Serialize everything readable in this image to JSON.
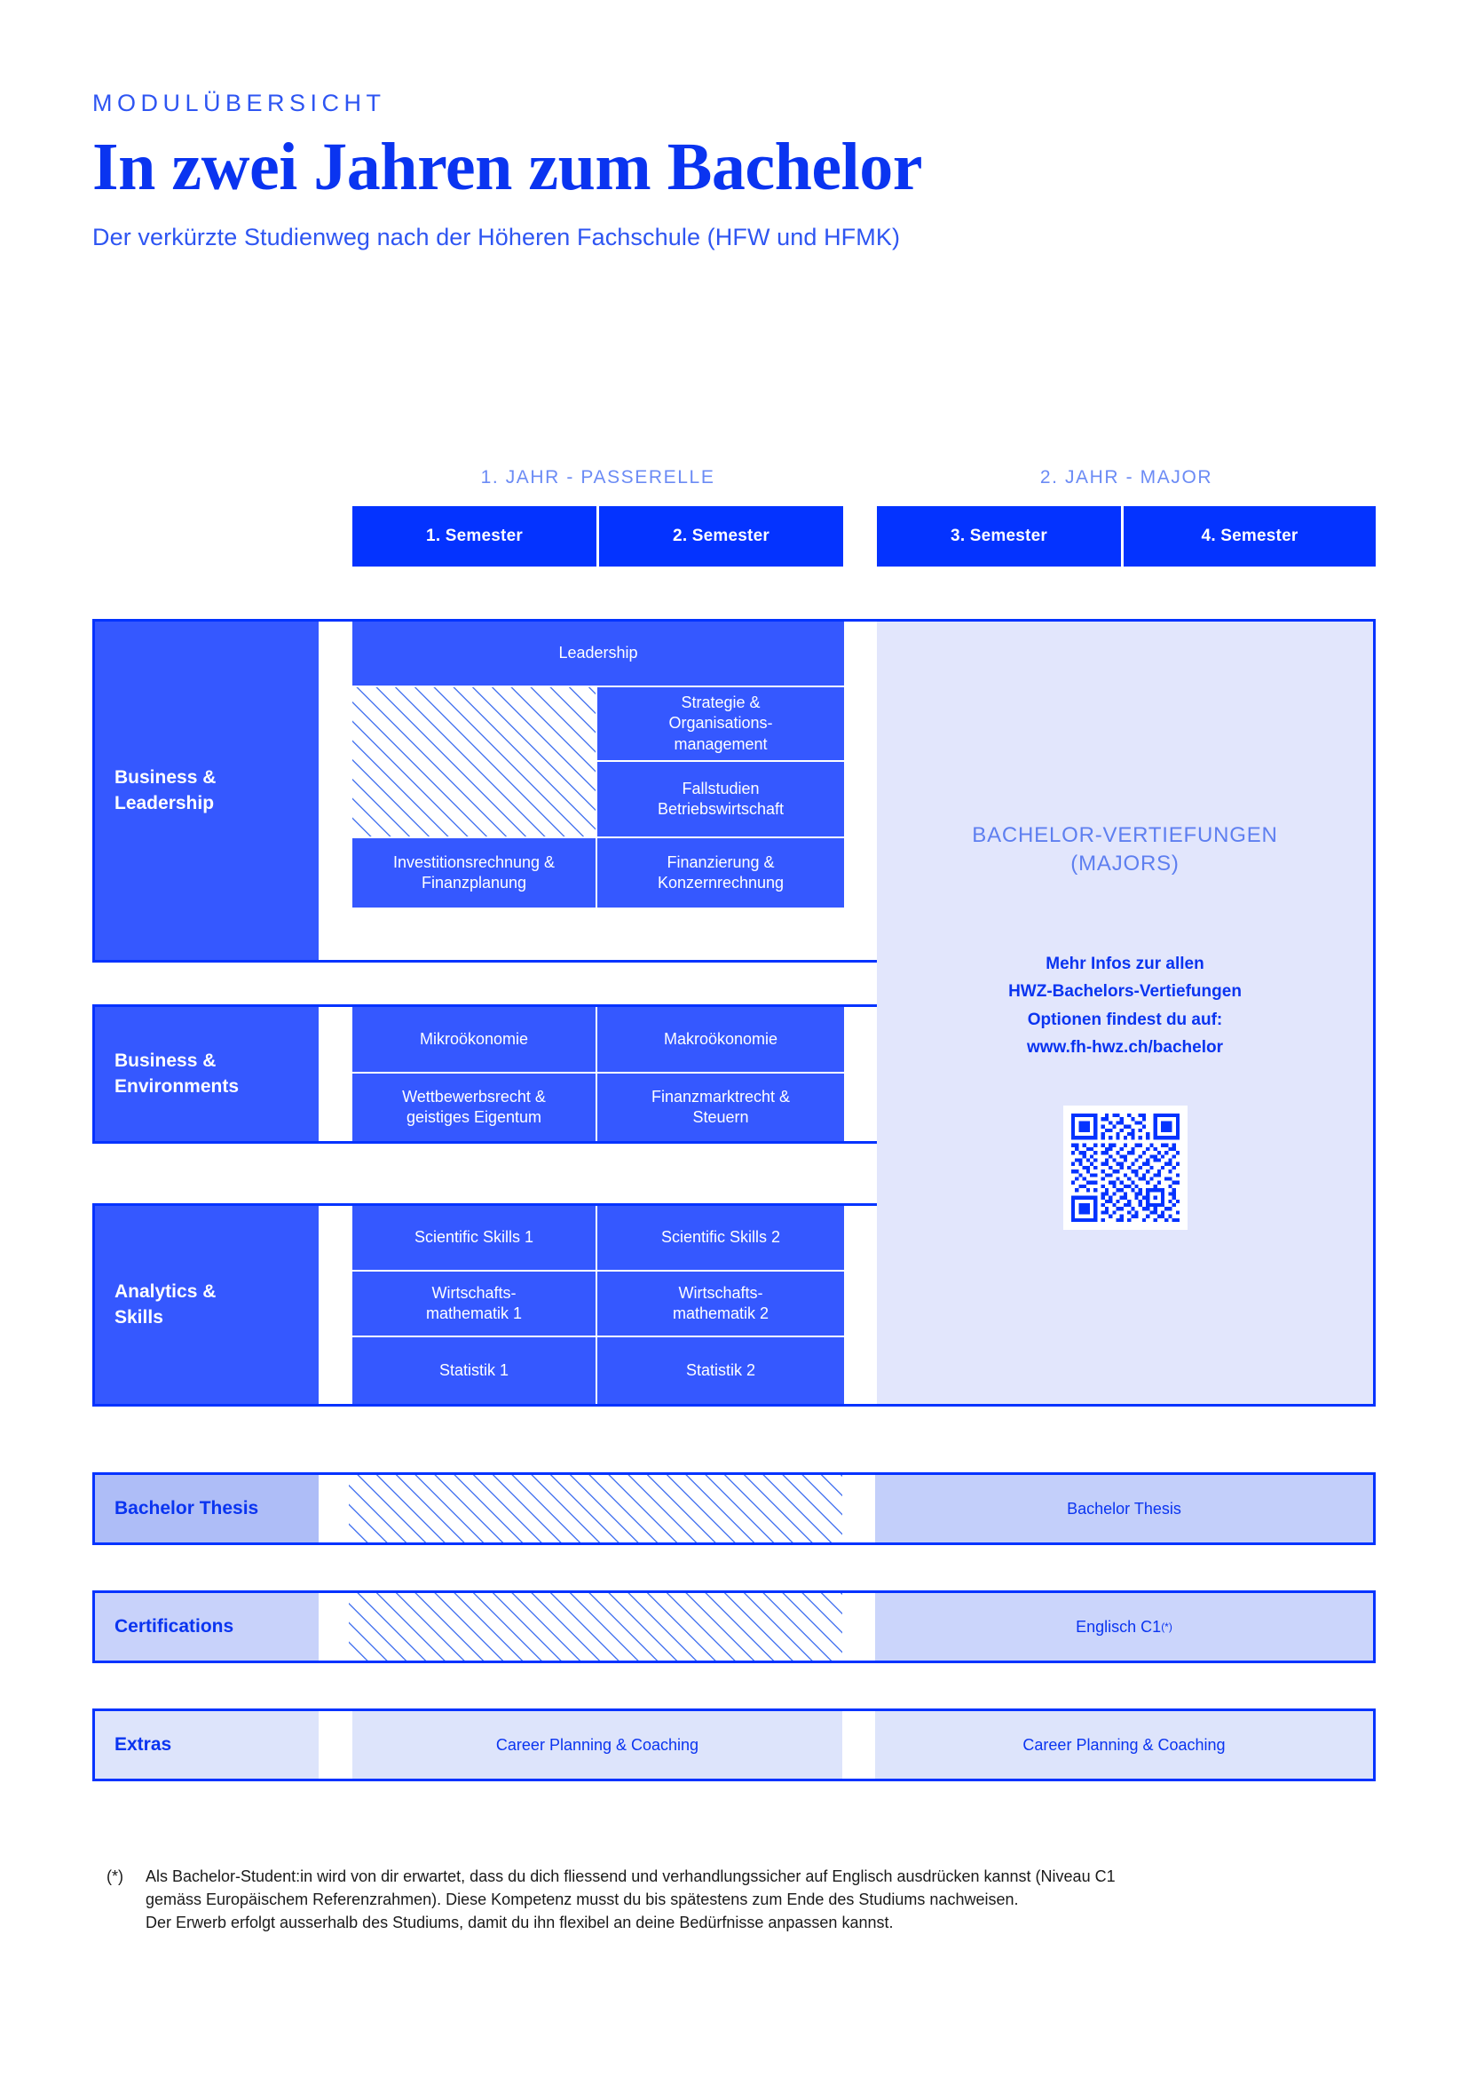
{
  "header": {
    "eyebrow": "MODULÜBERSICHT",
    "headline": "In zwei Jahren zum Bachelor",
    "subline": "Der verkürzte Studienweg nach der Höheren Fachschule (HFW und HFMK)"
  },
  "colors": {
    "brand_blue": "#0433FF",
    "tile_blue": "#3558FF",
    "panel_light": "#E2E6FC",
    "label_mid": "#AEBDF7",
    "label_light": "#C8D2FA",
    "label_lightest": "#DDE4FB",
    "text_blue": "#0a34f0",
    "muted_blue": "#6B8BF5"
  },
  "years": [
    {
      "label": "1. JAHR - PASSERELLE"
    },
    {
      "label": "2. JAHR - MAJOR"
    }
  ],
  "semesters": [
    {
      "label": "1. Semester"
    },
    {
      "label": "2. Semester"
    },
    {
      "label": "3. Semester"
    },
    {
      "label": "4. Semester"
    }
  ],
  "majors_panel": {
    "title": "BACHELOR-VERTIEFUNGEN\n(MAJORS)",
    "title_line1": "BACHELOR-VERTIEFUNGEN",
    "title_line2": "(MAJORS)",
    "info_line1": "Mehr Infos zur allen",
    "info_line2": "HWZ-Bachelors-Vertiefungen",
    "info_line3": "Optionen findest du auf:",
    "url": "www.fh-hwz.ch/bachelor",
    "qr_icon": "qr-code-icon"
  },
  "groups": [
    {
      "label": "Business & Leadership",
      "label_line1": "Business &",
      "label_line2": "Leadership",
      "modules": [
        {
          "name": "Leadership",
          "span": "both",
          "kind": "tile"
        },
        {
          "name": "",
          "span": "s1",
          "kind": "hatch"
        },
        {
          "name": "Strategie & Organisations-management",
          "span": "s2",
          "kind": "tile"
        },
        {
          "name": "Fallstudien Betriebswirtschaft",
          "span": "s2",
          "kind": "tile"
        },
        {
          "name": "Investitionsrechnung & Finanzplanung",
          "span": "s1",
          "kind": "tile"
        },
        {
          "name": "Finanzierung & Konzernrechnung",
          "span": "s2",
          "kind": "tile"
        }
      ]
    },
    {
      "label": "Business & Environments",
      "label_line1": "Business &",
      "label_line2": "Environments",
      "modules": [
        {
          "name": "Mikroökonomie",
          "span": "s1",
          "kind": "tile"
        },
        {
          "name": "Makroökonomie",
          "span": "s2",
          "kind": "tile"
        },
        {
          "name": "Wettbewerbsrecht & geistiges Eigentum",
          "span": "s1",
          "kind": "tile"
        },
        {
          "name": "Finanzmarktrecht & Steuern",
          "span": "s2",
          "kind": "tile"
        }
      ]
    },
    {
      "label": "Analytics & Skills",
      "label_line1": "Analytics &",
      "label_line2": "Skills",
      "modules": [
        {
          "name": "Scientific Skills 1",
          "span": "s1",
          "kind": "tile"
        },
        {
          "name": "Scientific Skills 2",
          "span": "s2",
          "kind": "tile"
        },
        {
          "name": "Wirtschafts-mathematik 1",
          "span": "s1",
          "kind": "tile"
        },
        {
          "name": "Wirtschafts-mathematik 2",
          "span": "s2",
          "kind": "tile"
        },
        {
          "name": "Statistik 1",
          "span": "s1",
          "kind": "tile"
        },
        {
          "name": "Statistik 2",
          "span": "s2",
          "kind": "tile"
        }
      ]
    }
  ],
  "module_text": {
    "leadership": "Leadership",
    "strategie_l1": "Strategie &",
    "strategie_l2": "Organisations-",
    "strategie_l3": "management",
    "fallstudien_l1": "Fallstudien",
    "fallstudien_l2": "Betriebswirtschaft",
    "investitions_l1": "Investitionsrechnung &",
    "investitions_l2": "Finanzplanung",
    "finanzierung_l1": "Finanzierung &",
    "finanzierung_l2": "Konzernrechnung",
    "mikro": "Mikroökonomie",
    "makro": "Makroökonomie",
    "wettbewerb_l1": "Wettbewerbsrecht &",
    "wettbewerb_l2": "geistiges Eigentum",
    "finanzmarkt_l1": "Finanzmarktrecht &",
    "finanzmarkt_l2": "Steuern",
    "scientific1": "Scientific Skills 1",
    "scientific2": "Scientific Skills 2",
    "wima1_l1": "Wirtschafts-",
    "wima1_l2": "mathematik 1",
    "wima2_l1": "Wirtschafts-",
    "wima2_l2": "mathematik 2",
    "statistik1": "Statistik 1",
    "statistik2": "Statistik 2"
  },
  "wide_rows": [
    {
      "label": "Bachelor Thesis",
      "left_kind": "hatch",
      "left_text": "",
      "right_text": "Bachelor Thesis",
      "right_suffix": ""
    },
    {
      "label": "Certifications",
      "left_kind": "hatch",
      "left_text": "",
      "right_text": "Englisch C1",
      "right_suffix": "(*)"
    },
    {
      "label": "Extras",
      "left_kind": "text",
      "left_text": "Career Planning & Coaching",
      "right_text": "Career Planning & Coaching",
      "right_suffix": ""
    }
  ],
  "footnote": {
    "marker": "(*)",
    "line1": "Als Bachelor-Student:in wird von dir erwartet, dass du dich fliessend und verhandlungssicher auf Englisch ausdrücken kannst (Niveau C1",
    "line2": "gemäss Europäischem Referenzrahmen). Diese Kompetenz musst du bis spätestens zum Ende des Studiums nachweisen.",
    "line3": "Der Erwerb erfolgt ausserhalb des Studiums, damit du ihn flexibel an deine Bedürfnisse anpassen kannst."
  }
}
